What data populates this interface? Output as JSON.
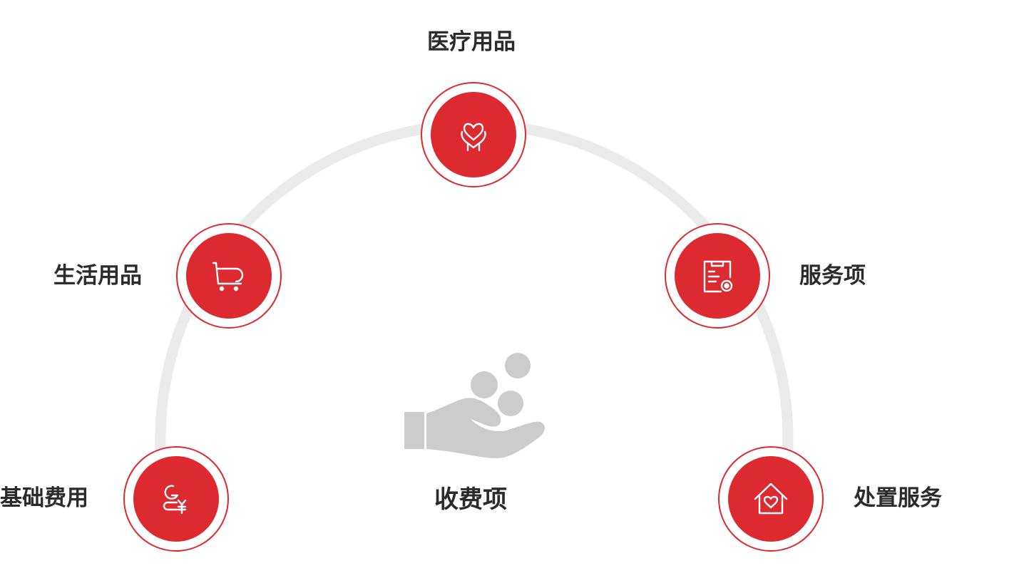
{
  "diagram": {
    "center_label": "收费项",
    "center_icon": "hand-coins-icon",
    "colors": {
      "accent": "#dc2a30",
      "arc": "#ebebeb",
      "center_icon": "#cccccc",
      "text": "#2b2b2b"
    },
    "items": [
      {
        "label": "基础费用",
        "icon": "person-yen-icon"
      },
      {
        "label": "生活用品",
        "icon": "shopping-cart-icon"
      },
      {
        "label": "医疗用品",
        "icon": "hands-heart-icon"
      },
      {
        "label": "服务项",
        "icon": "clipboard-settings-icon"
      },
      {
        "label": "处置服务",
        "icon": "house-heart-icon"
      }
    ]
  }
}
